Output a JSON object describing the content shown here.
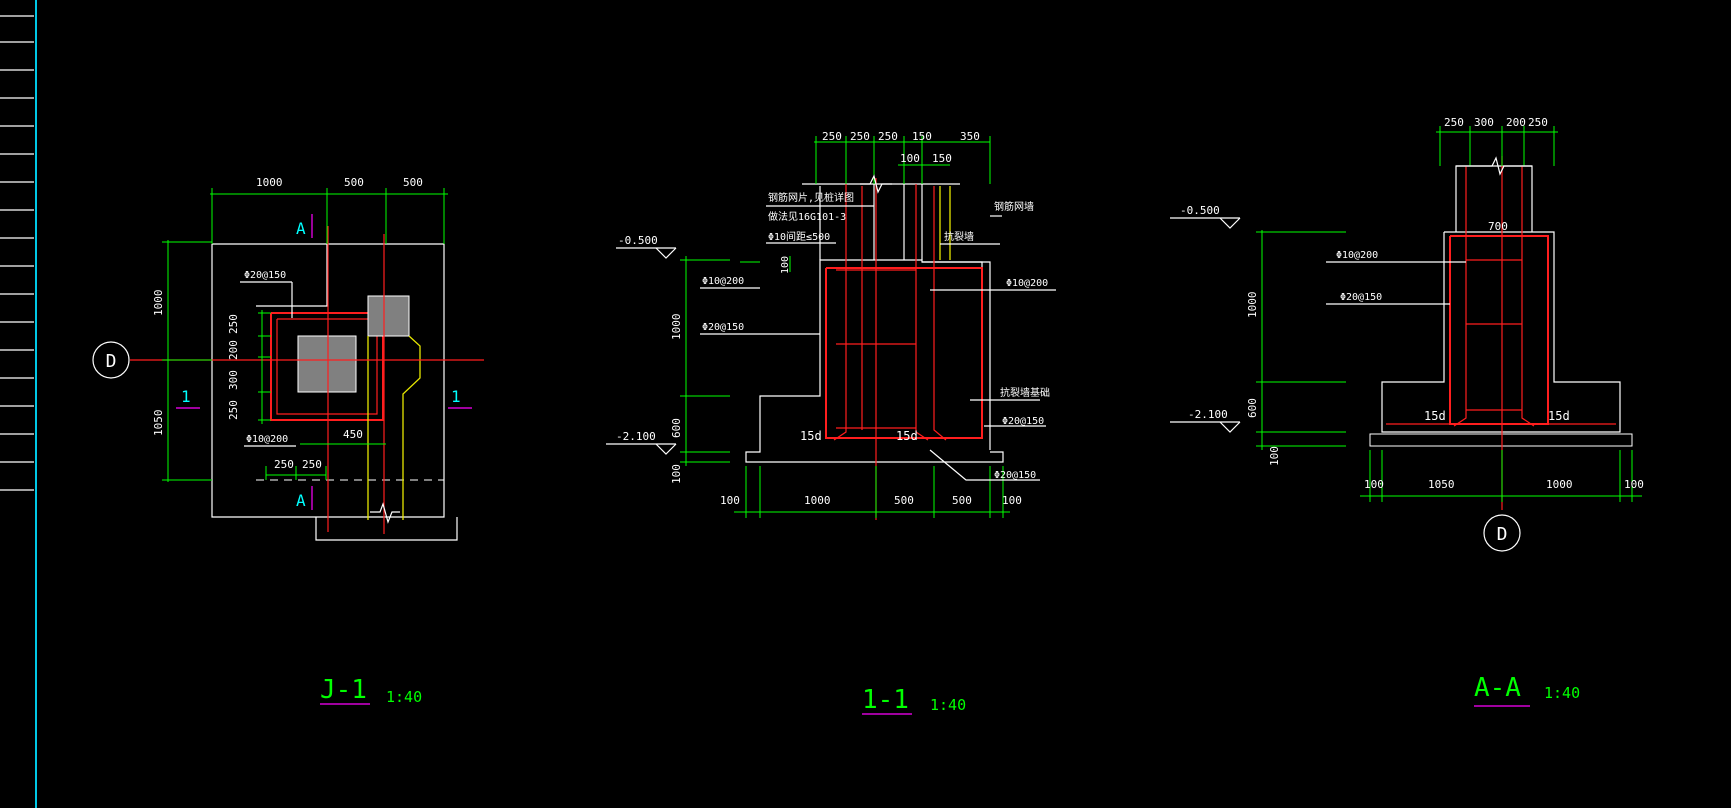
{
  "views": {
    "plan": {
      "title": "J-1",
      "scale": "1:40",
      "axis": "D",
      "section_mark_1": "1",
      "section_mark_a": "A",
      "dims_top": [
        "1000",
        "500",
        "500"
      ],
      "dims_left": [
        "1000",
        "1050"
      ],
      "dims_inner": [
        "250",
        "200",
        "300",
        "250"
      ],
      "dims_bottom": [
        "450",
        "250",
        "250"
      ],
      "rebar_1": "Φ20@150",
      "rebar_2": "Φ10@200"
    },
    "section_11": {
      "title": "1-1",
      "scale": "1:40",
      "dims_top": [
        "250",
        "250",
        "250",
        "150",
        "350"
      ],
      "dims_top2": [
        "100",
        "150"
      ],
      "dims_bottom": [
        "100",
        "1000",
        "500",
        "500",
        "100"
      ],
      "dims_left": [
        "1000",
        "600",
        "100"
      ],
      "dim_100": "100",
      "elev_1": "-0.500",
      "elev_2": "-2.100",
      "note_1": "钢筋网片,见桩详图",
      "note_2": "做法见16G101-3",
      "note_3": "Φ10间距≤500",
      "rebar_l1": "Φ10@200",
      "rebar_l2": "Φ20@150",
      "rebar_r1": "Φ10@200",
      "rebar_r2": "Φ20@150",
      "rebar_r3": "Φ20@150",
      "note_r1": "钢筋网墙",
      "note_r2": "抗裂墙",
      "note_r3": "抗裂墙基础",
      "anchor_1": "15d",
      "anchor_2": "15d"
    },
    "section_aa": {
      "title": "A-A",
      "scale": "1:40",
      "axis": "D",
      "dims_top": [
        "250",
        "300",
        "200",
        "250"
      ],
      "dim_700": "700",
      "dims_bottom": [
        "100",
        "1050",
        "1000",
        "100"
      ],
      "dims_left": [
        "1000",
        "600",
        "100"
      ],
      "elev_1": "-0.500",
      "elev_2": "-2.100",
      "rebar_1": "Φ10@200",
      "rebar_2": "Φ20@150",
      "anchor_1": "15d",
      "anchor_2": "15d"
    }
  },
  "colors": {
    "background": "#000000",
    "concrete_line": "#ffffff",
    "rebar": "#ff1e1e",
    "dimension": "#00ff00",
    "grid_axis": "#ff1e1e",
    "title": "#00ff00",
    "title_underline": "#ff00ff",
    "section_mark": "#00ffff"
  }
}
